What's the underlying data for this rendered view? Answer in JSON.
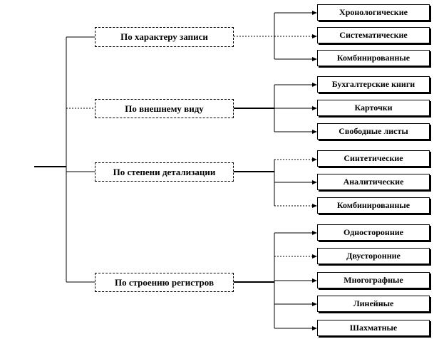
{
  "diagram": {
    "categories": [
      {
        "label": "По характеру записи",
        "items": [
          "Хронологические",
          "Систематические",
          "Комбинированные"
        ]
      },
      {
        "label": "По внешнему виду",
        "items": [
          "Бухгалтерские книги",
          "Карточки",
          "Свободные листы"
        ]
      },
      {
        "label": "По степени детализации",
        "items": [
          "Синтетические",
          "Аналитические",
          "Комбинированные"
        ]
      },
      {
        "label": "По строению регистров",
        "items": [
          "Односторонние",
          "Двусторонние",
          "Многографные",
          "Линейные",
          "Шахматные"
        ]
      }
    ]
  }
}
